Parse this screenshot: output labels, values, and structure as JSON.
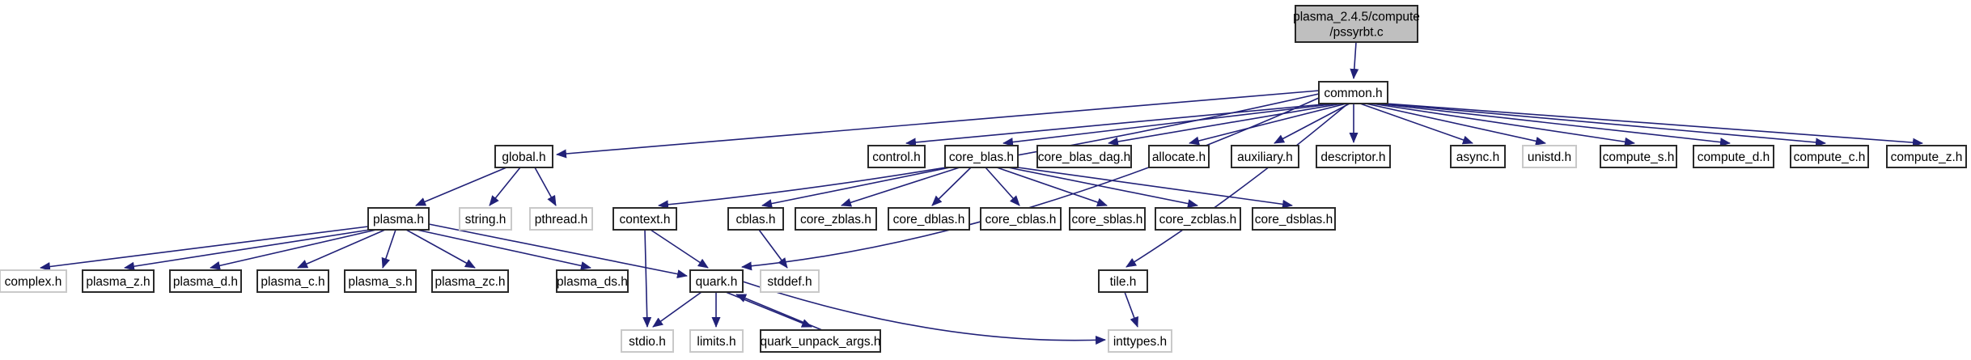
{
  "graph": {
    "title": "include dependency graph for plasma_2.4.5/compute/pssyrbt.c",
    "colors": {
      "edge": "#212178",
      "node_fill": "#ffffff",
      "internal_stroke": "#2a2a2a",
      "system_stroke": "#c9c9c9",
      "root_fill": "#bfbfbf",
      "root_stroke": "#262626",
      "text": "#000000"
    },
    "nodes": [
      {
        "id": "root",
        "label": "plasma_2.4.5/compute\n/pssyrbt.c",
        "kind": "root"
      },
      {
        "id": "common",
        "label": "common.h",
        "kind": "internal"
      },
      {
        "id": "global",
        "label": "global.h",
        "kind": "internal"
      },
      {
        "id": "control",
        "label": "control.h",
        "kind": "internal"
      },
      {
        "id": "coreblas",
        "label": "core_blas.h",
        "kind": "internal"
      },
      {
        "id": "coreblasdag",
        "label": "core_blas_dag.h",
        "kind": "internal"
      },
      {
        "id": "allocate",
        "label": "allocate.h",
        "kind": "internal"
      },
      {
        "id": "auxiliary",
        "label": "auxiliary.h",
        "kind": "internal"
      },
      {
        "id": "descriptor",
        "label": "descriptor.h",
        "kind": "internal"
      },
      {
        "id": "async",
        "label": "async.h",
        "kind": "internal"
      },
      {
        "id": "unistd",
        "label": "unistd.h",
        "kind": "system"
      },
      {
        "id": "computes",
        "label": "compute_s.h",
        "kind": "internal"
      },
      {
        "id": "computed",
        "label": "compute_d.h",
        "kind": "internal"
      },
      {
        "id": "computec",
        "label": "compute_c.h",
        "kind": "internal"
      },
      {
        "id": "computez",
        "label": "compute_z.h",
        "kind": "internal"
      },
      {
        "id": "plasma",
        "label": "plasma.h",
        "kind": "internal"
      },
      {
        "id": "string",
        "label": "string.h",
        "kind": "system"
      },
      {
        "id": "pthread",
        "label": "pthread.h",
        "kind": "system"
      },
      {
        "id": "context",
        "label": "context.h",
        "kind": "internal"
      },
      {
        "id": "cblas",
        "label": "cblas.h",
        "kind": "internal"
      },
      {
        "id": "corezblas",
        "label": "core_zblas.h",
        "kind": "internal"
      },
      {
        "id": "coredblas",
        "label": "core_dblas.h",
        "kind": "internal"
      },
      {
        "id": "corecblas",
        "label": "core_cblas.h",
        "kind": "internal"
      },
      {
        "id": "coresblas",
        "label": "core_sblas.h",
        "kind": "internal"
      },
      {
        "id": "corezcblas",
        "label": "core_zcblas.h",
        "kind": "internal"
      },
      {
        "id": "coredsblas",
        "label": "core_dsblas.h",
        "kind": "internal"
      },
      {
        "id": "complex",
        "label": "complex.h",
        "kind": "system"
      },
      {
        "id": "plasmaz",
        "label": "plasma_z.h",
        "kind": "internal"
      },
      {
        "id": "plasmad",
        "label": "plasma_d.h",
        "kind": "internal"
      },
      {
        "id": "plasmac",
        "label": "plasma_c.h",
        "kind": "internal"
      },
      {
        "id": "plasmas",
        "label": "plasma_s.h",
        "kind": "internal"
      },
      {
        "id": "plasmazc",
        "label": "plasma_zc.h",
        "kind": "internal"
      },
      {
        "id": "plasmads",
        "label": "plasma_ds.h",
        "kind": "internal"
      },
      {
        "id": "quark",
        "label": "quark.h",
        "kind": "internal"
      },
      {
        "id": "stddef",
        "label": "stddef.h",
        "kind": "system"
      },
      {
        "id": "tile",
        "label": "tile.h",
        "kind": "internal"
      },
      {
        "id": "stdio",
        "label": "stdio.h",
        "kind": "system"
      },
      {
        "id": "limits",
        "label": "limits.h",
        "kind": "system"
      },
      {
        "id": "qupa",
        "label": "quark_unpack_args.h",
        "kind": "internal"
      },
      {
        "id": "inttypes",
        "label": "inttypes.h",
        "kind": "system"
      }
    ],
    "edges": [
      {
        "from": "root",
        "to": "common"
      },
      {
        "from": "common",
        "to": "global"
      },
      {
        "from": "common",
        "to": "control"
      },
      {
        "from": "common",
        "to": "coreblas"
      },
      {
        "from": "common",
        "to": "coreblasdag"
      },
      {
        "from": "common",
        "to": "allocate"
      },
      {
        "from": "common",
        "to": "auxiliary"
      },
      {
        "from": "common",
        "to": "descriptor"
      },
      {
        "from": "common",
        "to": "async"
      },
      {
        "from": "common",
        "to": "unistd"
      },
      {
        "from": "common",
        "to": "computes"
      },
      {
        "from": "common",
        "to": "computed"
      },
      {
        "from": "common",
        "to": "computec"
      },
      {
        "from": "common",
        "to": "computez"
      },
      {
        "from": "common",
        "to": "context"
      },
      {
        "from": "common",
        "to": "quark"
      },
      {
        "from": "common",
        "to": "tile"
      },
      {
        "from": "global",
        "to": "plasma"
      },
      {
        "from": "global",
        "to": "string"
      },
      {
        "from": "global",
        "to": "pthread"
      },
      {
        "from": "plasma",
        "to": "complex"
      },
      {
        "from": "plasma",
        "to": "plasmaz"
      },
      {
        "from": "plasma",
        "to": "plasmad"
      },
      {
        "from": "plasma",
        "to": "plasmac"
      },
      {
        "from": "plasma",
        "to": "plasmas"
      },
      {
        "from": "plasma",
        "to": "plasmazc"
      },
      {
        "from": "plasma",
        "to": "plasmads"
      },
      {
        "from": "plasma",
        "to": "quark"
      },
      {
        "from": "context",
        "to": "quark"
      },
      {
        "from": "context",
        "to": "stdio"
      },
      {
        "from": "coreblas",
        "to": "cblas"
      },
      {
        "from": "coreblas",
        "to": "corezblas"
      },
      {
        "from": "coreblas",
        "to": "coredblas"
      },
      {
        "from": "coreblas",
        "to": "corecblas"
      },
      {
        "from": "coreblas",
        "to": "coresblas"
      },
      {
        "from": "coreblas",
        "to": "corezcblas"
      },
      {
        "from": "coreblas",
        "to": "coredsblas"
      },
      {
        "from": "cblas",
        "to": "stddef"
      },
      {
        "from": "quark",
        "to": "stdio"
      },
      {
        "from": "quark",
        "to": "limits"
      },
      {
        "from": "quark",
        "to": "qupa"
      },
      {
        "from": "qupa",
        "to": "quark"
      },
      {
        "from": "quark",
        "to": "inttypes"
      },
      {
        "from": "tile",
        "to": "inttypes"
      }
    ]
  }
}
